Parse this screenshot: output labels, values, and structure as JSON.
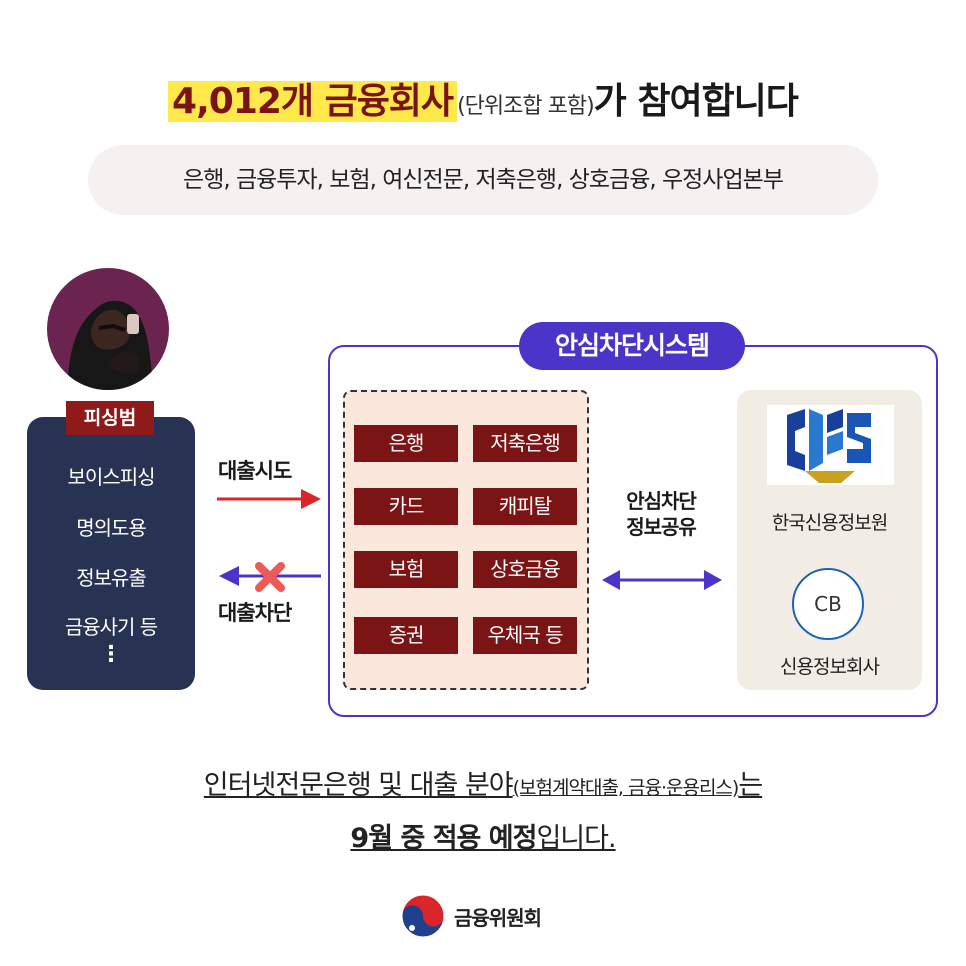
{
  "headline": {
    "highlight": "4,012개 금융회사",
    "note": "(단위조합 포함)",
    "rest": "가 참여합니다"
  },
  "sectors": "은행, 금융투자, 보험, 여신전문, 저축은행, 상호금융, 우정사업본부",
  "phisher": {
    "tag": "피싱범",
    "items": [
      "보이스피싱",
      "명의도용",
      "정보유출",
      "금융사기 등"
    ],
    "more": "⋮"
  },
  "arrows": {
    "attempt": "대출시도",
    "blocked": "대출차단",
    "attempt_color": "#d8262a",
    "blocked_color": "#4b35c9",
    "cross_color": "#ee5a5a"
  },
  "system": {
    "title": "안심차단시스템",
    "color": "#4b35c9",
    "institutions": [
      "은행",
      "저축은행",
      "카드",
      "캐피탈",
      "보험",
      "상호금융",
      "증권",
      "우체국 등"
    ],
    "share_label": [
      "안심차단",
      "정보공유"
    ],
    "kcis": "한국신용정보원",
    "cb_badge": "CB",
    "cb": "신용정보회사"
  },
  "footer": {
    "line1_main": "인터넷전문은행 및 대출 분야",
    "line1_note": "(보험계약대출, 금융·운용리스)",
    "line1_end": "는",
    "line2_bold": "9월 중 적용 예정",
    "line2_end": "입니다.",
    "org": "금융위원회"
  },
  "icons": [
    "phisher-icon",
    "kcis-logo",
    "fsc-taegeuk-logo"
  ]
}
